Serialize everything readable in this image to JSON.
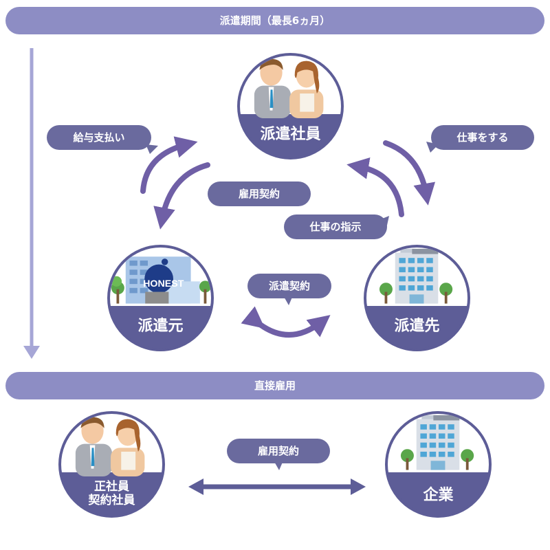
{
  "section1": {
    "title": "派遣期間（最長6ヵ月）"
  },
  "section2": {
    "title": "直接雇用"
  },
  "roles": {
    "employee": "派遣社員",
    "agency": "派遣元",
    "client": "派遣先"
  },
  "agency_logo_text": "HONEST",
  "relations": {
    "salary": "給与支払い",
    "employment_contract": "雇用契約",
    "work": "仕事をする",
    "instruction": "仕事の指示",
    "dispatch_contract": "派遣契約"
  },
  "direct": {
    "employee_line1": "正社員",
    "employee_line2": "契約社員",
    "company": "企業",
    "contract": "雇用契約"
  },
  "colors": {
    "banner": "#8d8dc4",
    "pill": "#6a6a9e",
    "circle": "#5d5d97",
    "arrow": "#6f5fa6"
  }
}
